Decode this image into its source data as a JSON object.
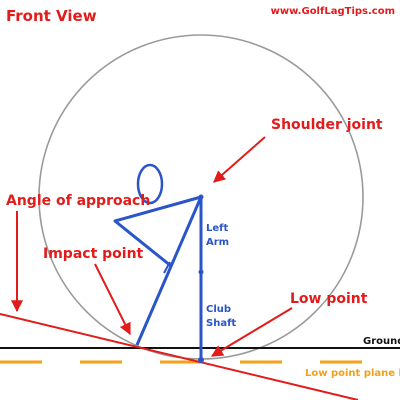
{
  "title": "Front View",
  "website": "www.GolfLagTips.com",
  "labels": {
    "shoulder_joint": "Shoulder joint",
    "angle_of_approach": "Angle of approach",
    "impact_point": "Impact point",
    "low_point": "Low point",
    "left_arm_line1": "Left",
    "left_arm_line2": "Arm",
    "club_shaft_line1": "Club",
    "club_shaft_line2": "Shaft",
    "ground": "Ground",
    "low_point_plane_line": "Low point plane line"
  },
  "colors": {
    "annotation_red": "#e21b1b",
    "figure_blue": "#2a55c8",
    "swing_circle_gray": "#9a9a9a",
    "plane_line_orange": "#f5a21a",
    "ground_black": "#111111"
  }
}
